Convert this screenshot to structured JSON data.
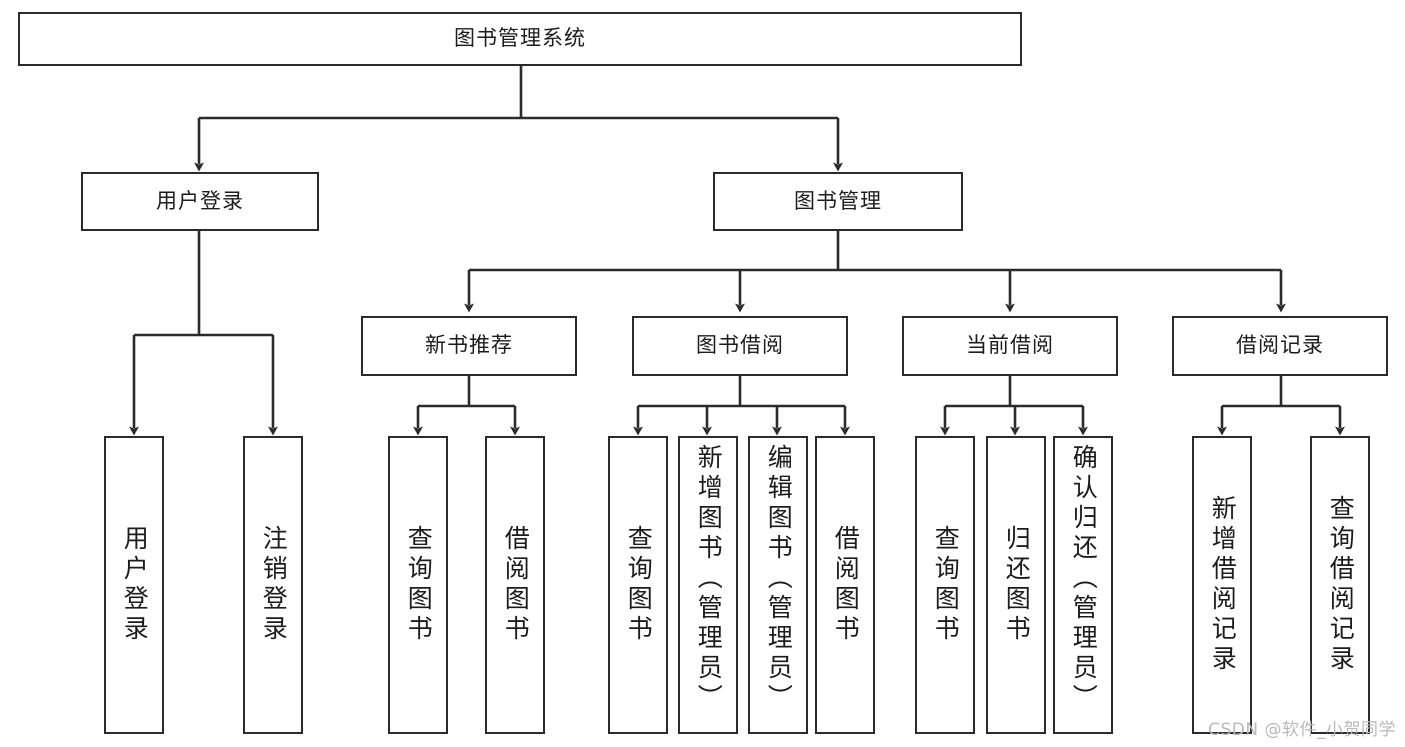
{
  "diagram": {
    "title": "图书管理系统",
    "type": "tree-hierarchy-functional-structure"
  },
  "root": {
    "label": "图书管理系统"
  },
  "branches": [
    {
      "label": "用户登录",
      "children": [
        {
          "label": "用户登录"
        },
        {
          "label": "注销登录"
        }
      ]
    },
    {
      "label": "图书管理",
      "children": [
        {
          "label": "新书推荐",
          "children": [
            {
              "label": "查询图书"
            },
            {
              "label": "借阅图书"
            }
          ]
        },
        {
          "label": "图书借阅",
          "children": [
            {
              "label": "查询图书"
            },
            {
              "label": "新增图书（管理员）"
            },
            {
              "label": "编辑图书（管理员）"
            },
            {
              "label": "借阅图书"
            }
          ]
        },
        {
          "label": "当前借阅",
          "children": [
            {
              "label": "查询图书"
            },
            {
              "label": "归还图书"
            },
            {
              "label": "确认归还（管理员）"
            }
          ]
        },
        {
          "label": "借阅记录",
          "children": [
            {
              "label": "新增借阅记录"
            },
            {
              "label": "查询借阅记录"
            }
          ]
        }
      ]
    }
  ],
  "watermark": {
    "text": "CSDN @软件_小贺同学"
  },
  "colors": {
    "stroke": "#2b2b2b",
    "fill": "#ffffff",
    "text": "#1c1c1c",
    "watermark": "#b9b9b9"
  }
}
